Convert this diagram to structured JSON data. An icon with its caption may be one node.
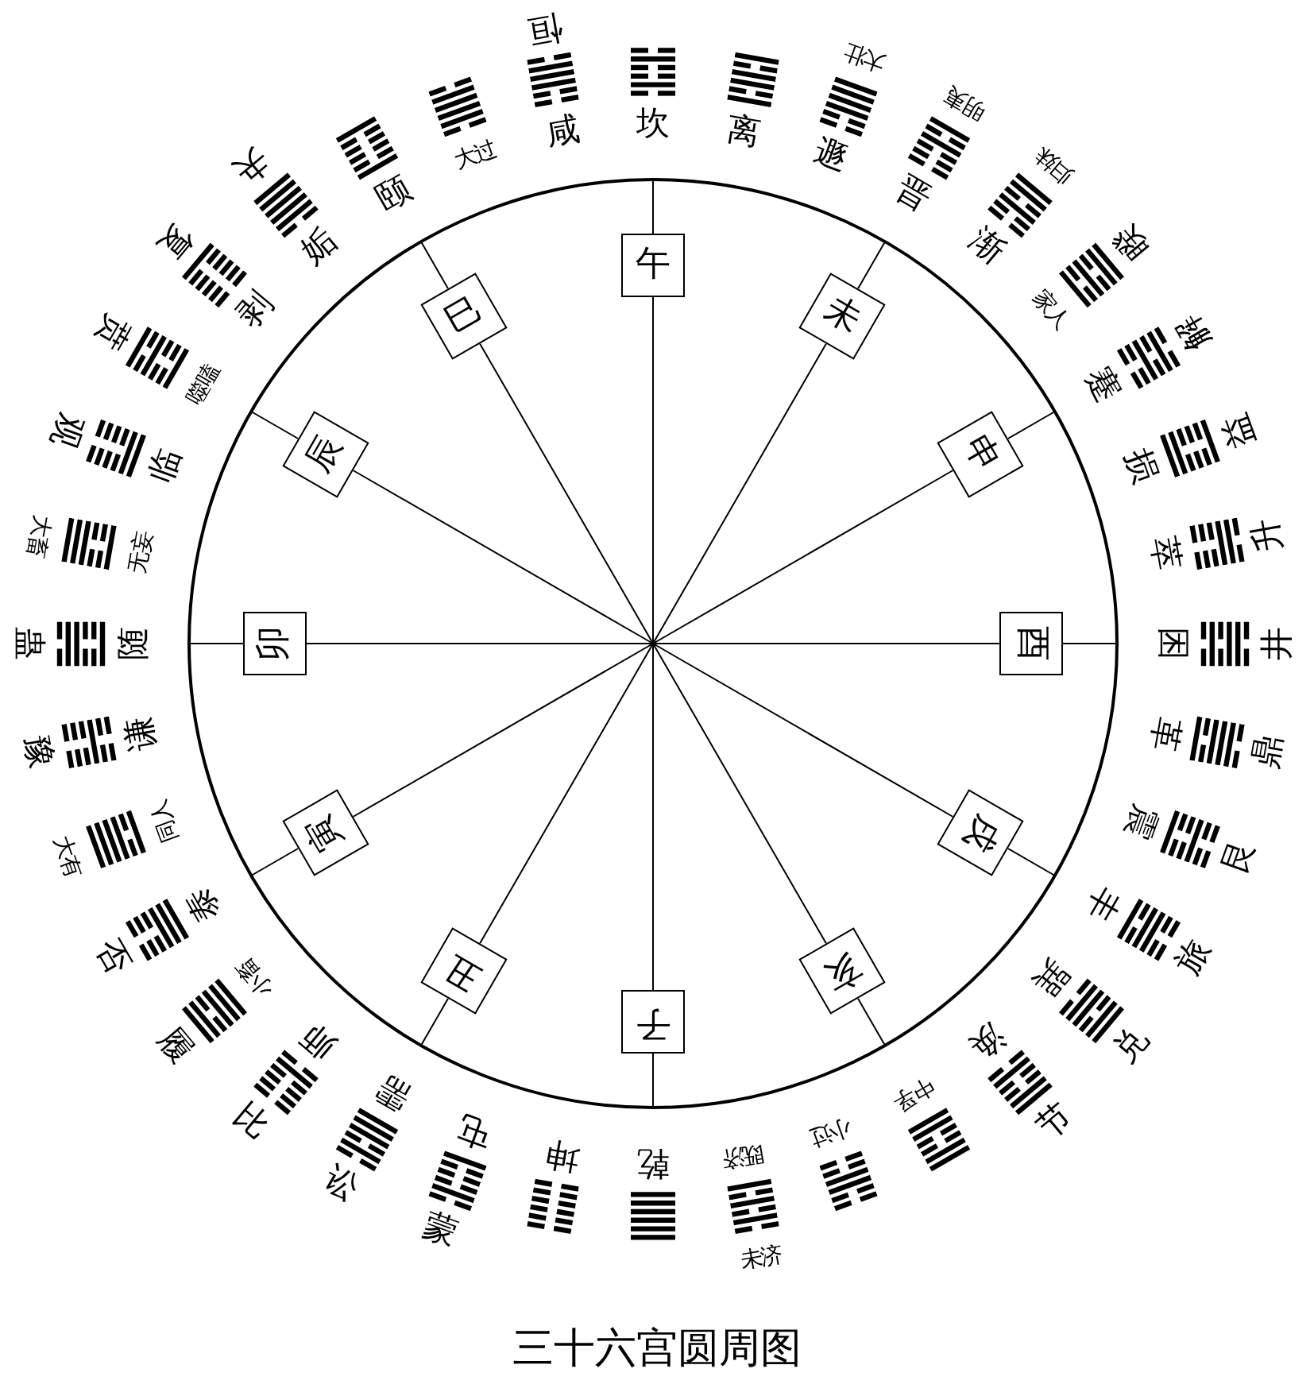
{
  "diagram": {
    "caption": "三十六宫圆周图",
    "nodes": [
      {
        "text": [],
        "shape": "circle"
      },
      {
        "text": [
          "午"
        ],
        "in": 0
      },
      {
        "text": [
          "未"
        ],
        "in": 0
      },
      {
        "text": [
          "申"
        ],
        "in": 0
      },
      {
        "text": [
          "酉"
        ],
        "in": 0
      },
      {
        "text": [
          "戌"
        ],
        "in": 0
      },
      {
        "text": [
          "亥"
        ],
        "in": 0
      },
      {
        "text": [
          "子"
        ],
        "in": 0
      },
      {
        "text": [
          "丑"
        ],
        "in": 0
      },
      {
        "text": [
          "寅"
        ],
        "in": 0
      },
      {
        "text": [
          "卯"
        ],
        "in": 0
      },
      {
        "text": [
          "辰"
        ],
        "in": 0
      },
      {
        "text": [
          "巳"
        ],
        "in": 0
      }
    ],
    "edges": [
      {
        "from": 1,
        "to": 7,
        "arrow": "none"
      },
      {
        "from": 2,
        "to": 8,
        "arrow": "none"
      },
      {
        "from": 3,
        "to": 9,
        "arrow": "none"
      },
      {
        "from": 4,
        "to": 10,
        "arrow": "none"
      },
      {
        "from": 5,
        "to": 11,
        "arrow": "none"
      },
      {
        "from": 6,
        "to": 12,
        "arrow": "none"
      }
    ],
    "labels": [
      "坎",
      "离",
      "遯",
      "大壮",
      "晋",
      "明夷",
      "渐",
      "归妹",
      "家人",
      "睽",
      "蹇",
      "解",
      "损",
      "益",
      "萃",
      "升",
      "困",
      "井",
      "革",
      "鼎",
      "震",
      "艮",
      "丰",
      "旅",
      "巽",
      "兑",
      "涣",
      "节",
      "中孚",
      "小过",
      "既济",
      "未济",
      "乾",
      "坤",
      "屯",
      "蒙",
      "需",
      "讼",
      "师",
      "比",
      "小畜",
      "履",
      "泰",
      "否",
      "同人",
      "大有",
      "谦",
      "豫",
      "随",
      "蛊",
      "无妄",
      "大畜",
      "临",
      "观",
      "噬嗑",
      "贲",
      "剥",
      "复",
      "姤",
      "夬",
      "颐",
      "大过",
      "咸",
      "恒"
    ]
  }
}
